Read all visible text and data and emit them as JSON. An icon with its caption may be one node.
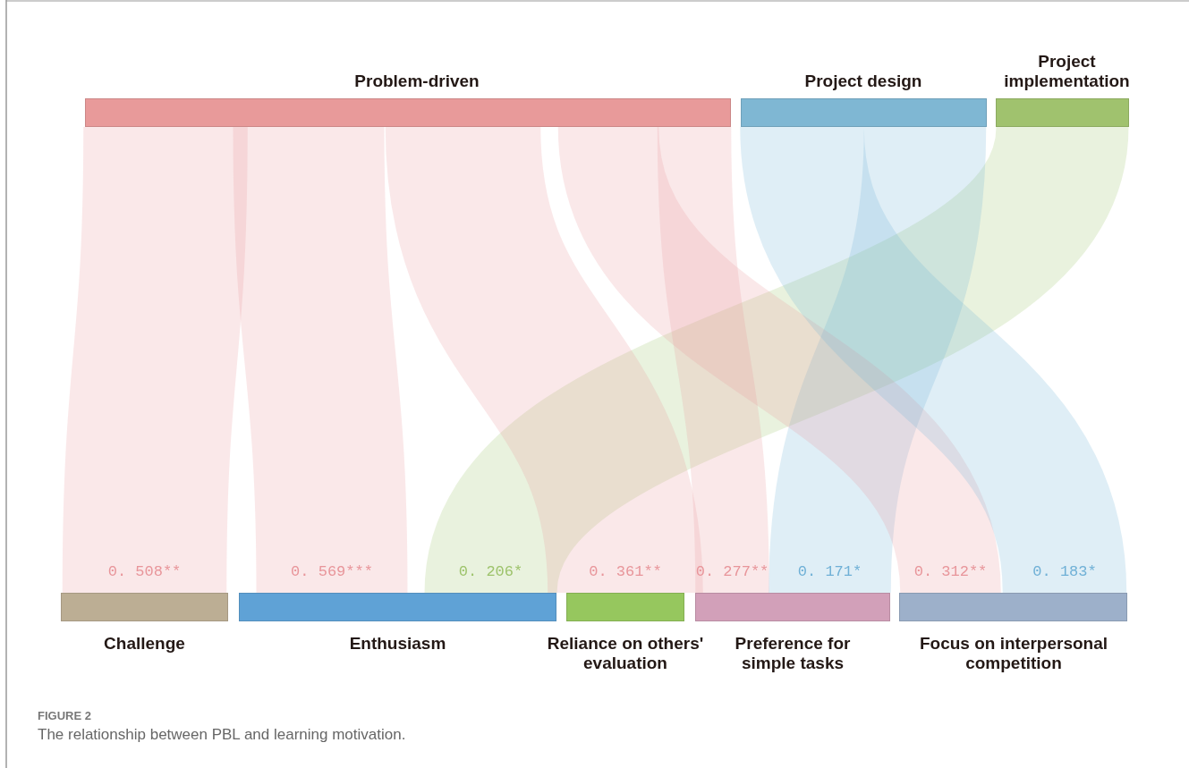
{
  "diagram": {
    "caption": "The relationship between PBL and learning motivation.",
    "nodes": [
      {
        "text": [
          "Problem-driven"
        ]
      },
      {
        "text": [
          "Project design"
        ]
      },
      {
        "text": [
          "Project implementation"
        ]
      },
      {
        "text": [
          "Challenge"
        ]
      },
      {
        "text": [
          "Enthusiasm"
        ]
      },
      {
        "text": [
          "Reliance on others' evaluation"
        ]
      },
      {
        "text": [
          "Preference for simple tasks"
        ]
      },
      {
        "text": [
          "Focus on interpersonal competition"
        ]
      }
    ],
    "edges": [
      {
        "from": 0,
        "to": 3,
        "arrow": "none",
        "label": "0. 508**"
      },
      {
        "from": 0,
        "to": 4,
        "arrow": "none",
        "label": "0. 569***"
      },
      {
        "from": 2,
        "to": 4,
        "arrow": "none",
        "label": "0. 206*",
        "color": "#9dc36b"
      },
      {
        "from": 0,
        "to": 5,
        "arrow": "none",
        "label": "0. 361**"
      },
      {
        "from": 0,
        "to": 6,
        "arrow": "none",
        "label": "0. 277**"
      },
      {
        "from": 1,
        "to": 6,
        "arrow": "none",
        "label": "0. 171*",
        "color": "#6fb0d6"
      },
      {
        "from": 0,
        "to": 7,
        "arrow": "none",
        "label": "0. 312**"
      },
      {
        "from": 1,
        "to": 7,
        "arrow": "none",
        "label": "0. 183*",
        "color": "#6fb0d6"
      }
    ],
    "labels": [
      "FIGURE 2"
    ]
  }
}
